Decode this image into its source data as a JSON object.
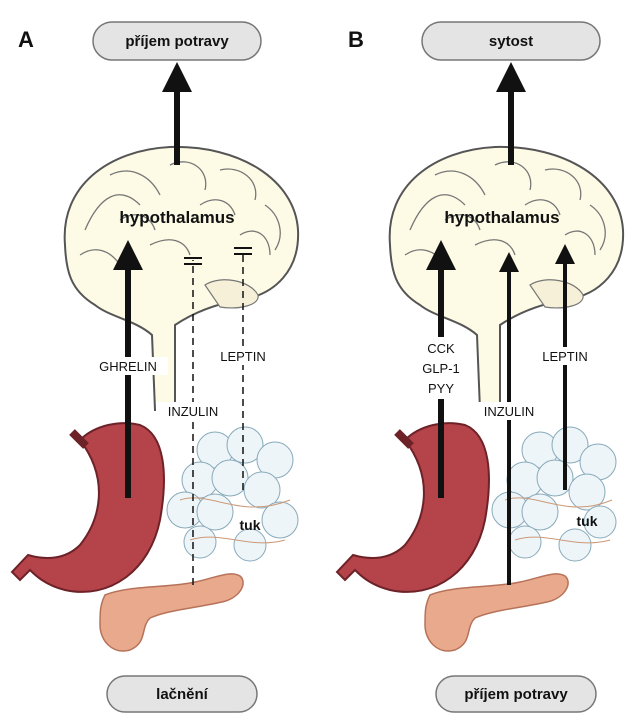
{
  "panels": [
    {
      "letter": "A",
      "top_label": "příjem potravy",
      "bottom_label": "lačnění",
      "hypothalamus": "hypothalamus",
      "signals": {
        "stomach": "GHRELIN",
        "pancreas": "INZULIN",
        "fat": "LEPTIN"
      },
      "fat_label": "tuk"
    },
    {
      "letter": "B",
      "top_label": "sytost",
      "bottom_label": "příjem potravy",
      "hypothalamus": "hypothalamus",
      "signals": {
        "stomach_lines": [
          "CCK",
          "GLP-1",
          "PYY"
        ],
        "pancreas": "INZULIN",
        "fat": "LEPTIN"
      },
      "fat_label": "tuk"
    }
  ],
  "colors": {
    "brain_fill": "#fdfbe6",
    "stomach": "#b5434a",
    "pancreas": "#e8a98c",
    "fat_cells": "#eef5f8",
    "pill_fill": "#e4e4e4",
    "arrows": "#111111"
  }
}
